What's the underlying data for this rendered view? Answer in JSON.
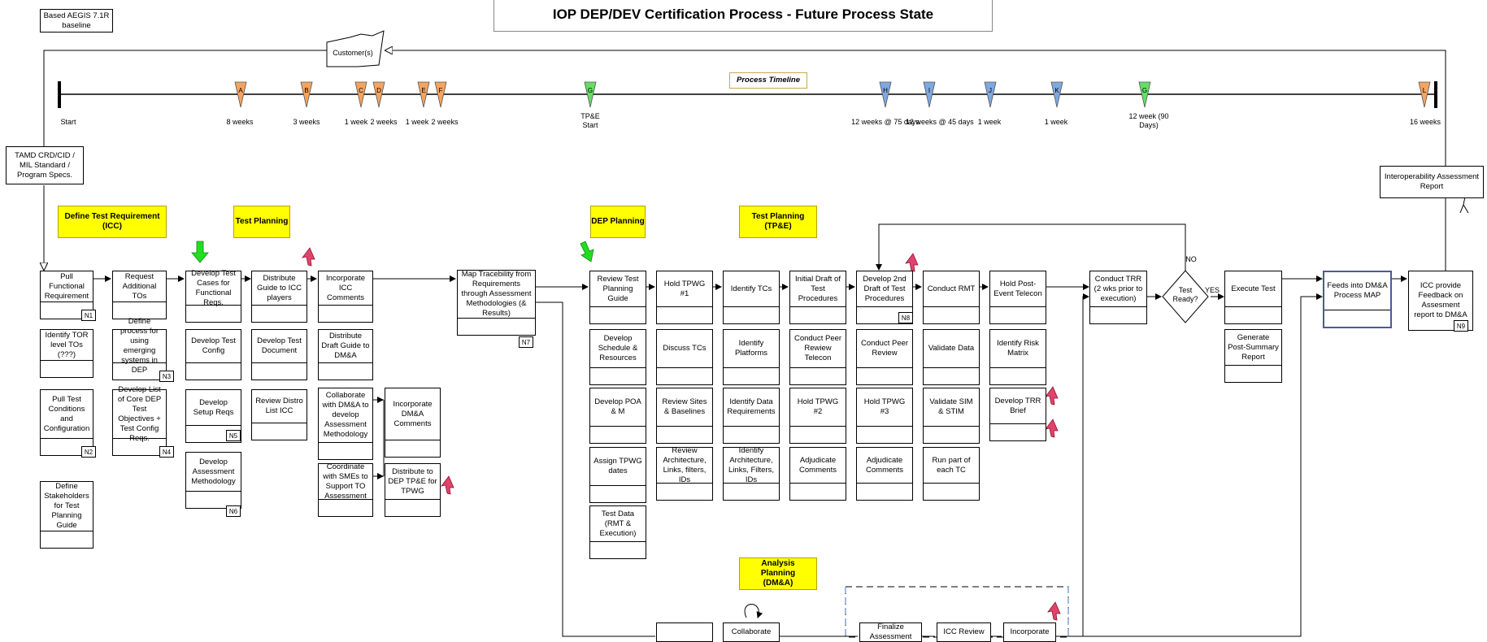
{
  "header": {
    "title": "IOP DEP/DEV Certification Process - Future Process State",
    "baseline": "Based AEGIS 7.1R baseline",
    "customer": "Customer(s)",
    "timeline_label": "Process Timeline",
    "source_box": "TAMD CRD/CID / MIL Standard / Program Specs.",
    "report_box": "Interoperability Assessment Report"
  },
  "timeline": {
    "start_label": "Start",
    "end_label": "16 weeks",
    "tpe_start": "TP&E Start",
    "markers": [
      {
        "letter": "A",
        "color": "#f4a460"
      },
      {
        "letter": "B",
        "color": "#f4a460"
      },
      {
        "letter": "C",
        "color": "#f4a460"
      },
      {
        "letter": "D",
        "color": "#f4a460"
      },
      {
        "letter": "E",
        "color": "#f4a460"
      },
      {
        "letter": "F",
        "color": "#f4a460"
      },
      {
        "letter": "G",
        "color": "#66dd66"
      },
      {
        "letter": "H",
        "color": "#7fa8e0"
      },
      {
        "letter": "I",
        "color": "#7fa8e0"
      },
      {
        "letter": "J",
        "color": "#7fa8e0"
      },
      {
        "letter": "K",
        "color": "#7fa8e0"
      },
      {
        "letter": "G",
        "color": "#66dd66"
      },
      {
        "letter": "L",
        "color": "#f4a460"
      }
    ],
    "durations": [
      "8 weeks",
      "3 weeks",
      "1 week",
      "2 weeks",
      "1 week",
      "2 weeks",
      "12 weeks @ 75 days",
      "12 weeks @ 45 days",
      "1 week",
      "1 week",
      "12 week (90 Days)"
    ]
  },
  "phases": {
    "define_req": "Define Test Requirement (ICC)",
    "test_planning": "Test Planning",
    "dep_planning": "DEP Planning",
    "test_planning_tpe": "Test Planning (TP&E)",
    "analysis_planning": "Analysis Planning (DM&A)"
  },
  "boxes": {
    "pull_req": "Pull Functional Requirement",
    "identify_tor": "Identify TOR level TOs (???)",
    "pull_test": "Pull Test Conditions and Configuration",
    "define_stake": "Define Stakeholders for Test Planning Guide",
    "request_tos": "Request Additional TOs",
    "define_process": "Define process for using emerging systems in DEP",
    "develop_list": "Develop List of Core DEP Test Objectives + Test Config Reqs.",
    "develop_cases": "Develop Test Cases for Functional Reqs.",
    "develop_config": "Develop Test Config",
    "develop_setup": "Develop Setup Reqs",
    "develop_assess": "Develop Assessment Methodology",
    "distribute_guide": "Distribute Guide to ICC players",
    "develop_doc": "Develop Test Document",
    "review_distro": "Review Distro List ICC",
    "incorporate_icc": "Incorporate ICC Comments",
    "distribute_draft": "Distribute Draft Guide to DM&A",
    "collaborate_dma": "Collaborate with DM&A to develop Assessment Methodology",
    "coordinate_smes": "Coordinate with SMEs to Support TO Assessment",
    "incorporate_dma": "Incorporate DM&A Comments",
    "distribute_dep": "Distribute to DEP TP&E for TPWG",
    "map_trace": "Map Tracebility from Requirements through Assessment Methodologies (& Results)",
    "review_guide": "Review Test Planning Guide",
    "dev_schedule": "Develop Schedule & Resources",
    "dev_poa": "Develop POA & M",
    "assign_tpwg": "Assign TPWG dates",
    "test_data": "Test Data (RMT & Execution)",
    "hold_tpwg1": "Hold TPWG #1",
    "discuss_tcs": "Discuss TCs",
    "review_sites": "Review Sites & Baselines",
    "review_arch": "Review Architecture, Links, filters, IDs",
    "identify_tcs": "Identify TCs",
    "identify_platforms": "Identify Platforms",
    "identify_data": "Identify Data Requirements",
    "identify_arch": "Identify Architecture, Links, Filters, IDs",
    "initial_draft": "Initial Draft of Test Procedures",
    "peer_telecon": "Conduct Peer Rewiew Telecon",
    "hold_tpwg2": "Hold TPWG #2",
    "adjudicate1": "Adjudicate Comments",
    "develop_2nd": "Develop 2nd Draft of Test Procedures",
    "peer_review": "Conduct Peer Review",
    "hold_tpwg3": "Hold TPWG #3",
    "adjudicate2": "Adjudicate Comments",
    "conduct_rmt": "Conduct RMT",
    "validate_data": "Validate Data",
    "validate_sim": "Validate SIM & STIM",
    "run_part": "Run part of each TC",
    "hold_post": "Hold Post-Event Telecon",
    "identify_risk": "Identify Risk Matrix",
    "develop_trr": "Develop TRR Brief",
    "conduct_trr": "Conduct TRR (2 wks prior to execution)",
    "test_ready": "Test Ready?",
    "execute_test": "Execute Test",
    "generate_post": "Generate Post-Summary Report",
    "feeds_dma": "Feeds into DM&A Process MAP",
    "icc_feedback": "ICC provide Feedback on Assesment report to DM&A",
    "collaborate": "Collaborate",
    "finalize": "Finalize Assessment",
    "icc_review": "ICC Review",
    "incorporate": "Incorporate"
  },
  "decision": {
    "no": "NO",
    "yes": "YES"
  },
  "notes": [
    "N1",
    "N2",
    "N3",
    "N4",
    "N5",
    "N6",
    "N7",
    "N8",
    "N9"
  ]
}
